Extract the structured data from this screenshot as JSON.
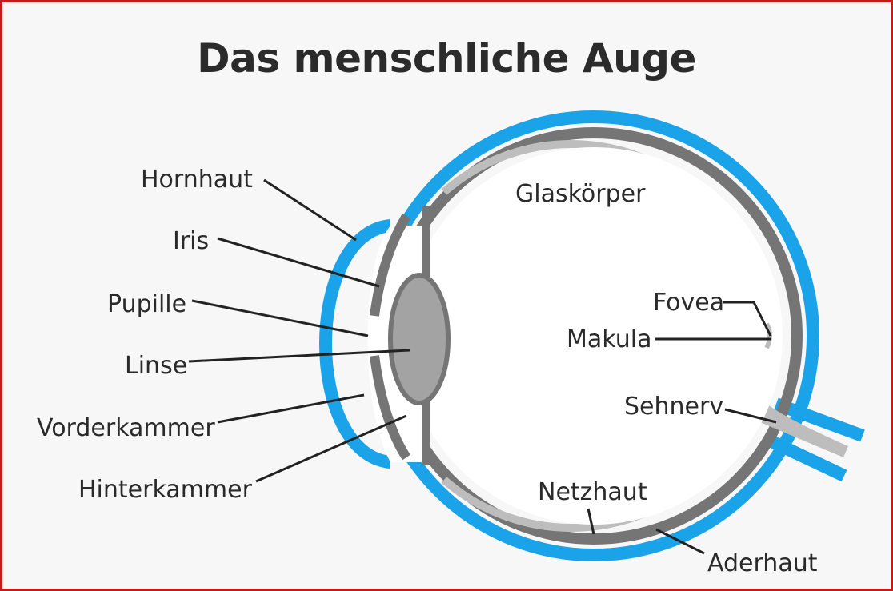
{
  "title": "Das menschliche Auge",
  "colors": {
    "outer_layer": "#1aa3e8",
    "choroid": "#757575",
    "retina": "#bdbdbd",
    "lens": "#a3a3a3",
    "background": "#f7f7f7",
    "frame": "#c41a1a"
  },
  "labels": {
    "hornhaut": "Hornhaut",
    "iris": "Iris",
    "pupille": "Pupille",
    "linse": "Linse",
    "vorderkammer": "Vorderkammer",
    "hinterkammer": "Hinterkammer",
    "glaskoerper": "Glaskörper",
    "fovea": "Fovea",
    "makula": "Makula",
    "sehnerv": "Sehnerv",
    "netzhaut": "Netzhaut",
    "aderhaut": "Aderhaut"
  }
}
